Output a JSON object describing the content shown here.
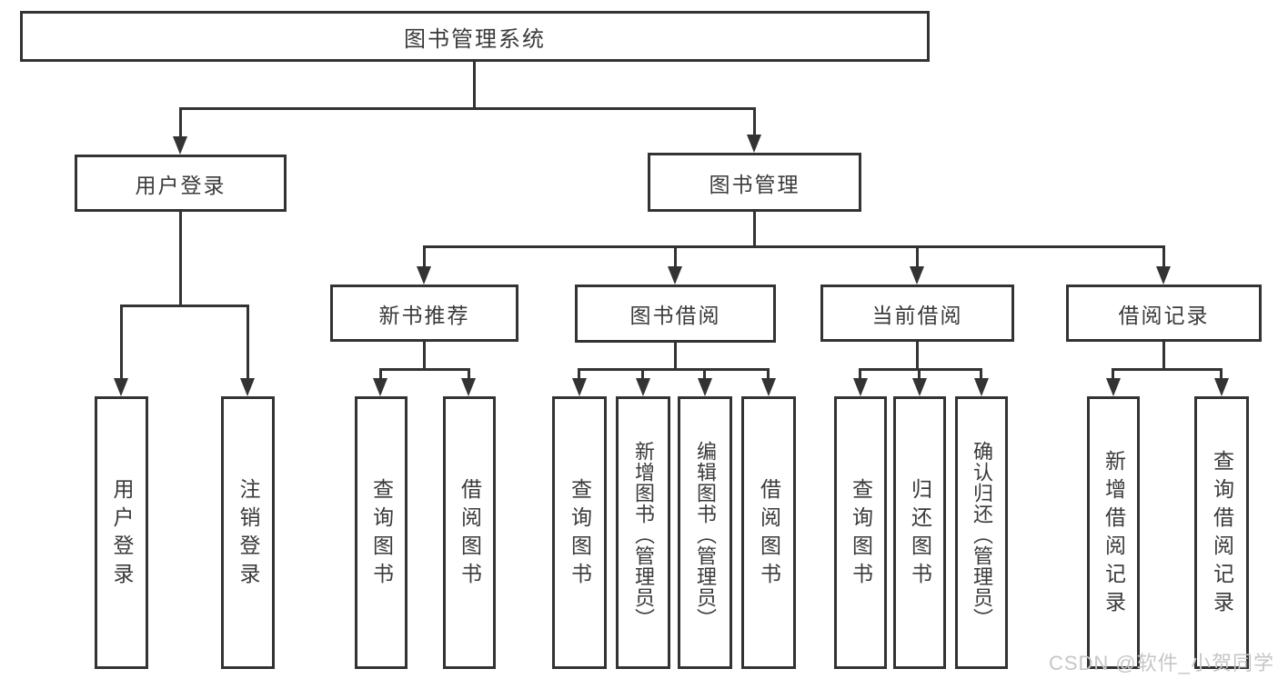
{
  "diagram": {
    "root": {
      "label": "图书管理系统"
    },
    "branches": [
      {
        "label": "用户登录",
        "children": [
          {
            "label": "用户登录"
          },
          {
            "label": "注销登录"
          }
        ]
      },
      {
        "label": "图书管理",
        "children": [
          {
            "label": "新书推荐",
            "children": [
              {
                "label": "查询图书"
              },
              {
                "label": "借阅图书"
              }
            ]
          },
          {
            "label": "图书借阅",
            "children": [
              {
                "label": "查询图书"
              },
              {
                "label": "新增图书（管理员）"
              },
              {
                "label": "编辑图书（管理员）"
              },
              {
                "label": "借阅图书"
              }
            ]
          },
          {
            "label": "当前借阅",
            "children": [
              {
                "label": "查询图书"
              },
              {
                "label": "归还图书"
              },
              {
                "label": "确认归还（管理员）"
              }
            ]
          },
          {
            "label": "借阅记录",
            "children": [
              {
                "label": "新增借阅记录"
              },
              {
                "label": "查询借阅记录"
              }
            ]
          }
        ]
      }
    ]
  },
  "watermark": {
    "text": "CSDN @软件_小贺同学",
    "color": "#c6c6c6"
  },
  "colors": {
    "line": "#333333",
    "text": "#3a3a3a",
    "background": "#ffffff"
  }
}
